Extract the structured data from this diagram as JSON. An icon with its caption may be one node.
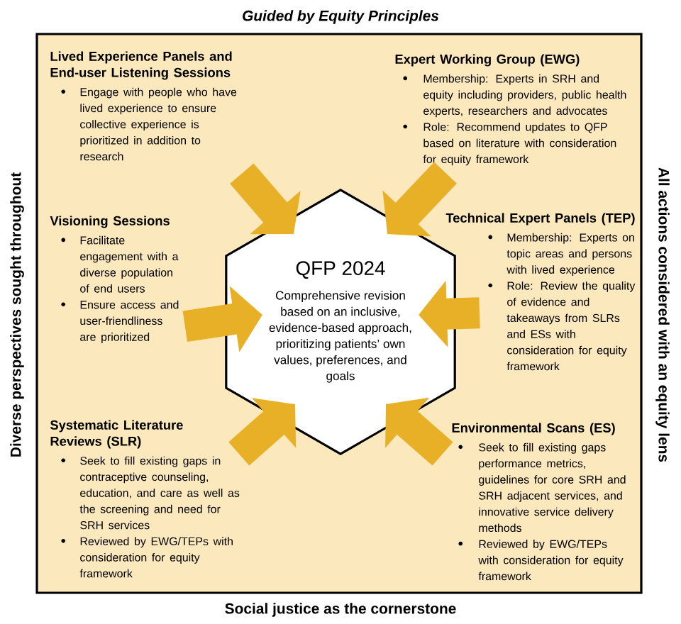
{
  "diagram": {
    "nodes": [
      {
        "text": [
          "Lived Experience Panels and End-user Listening Sessions",
          "Engage with people who have lived experience to ensure collective experience is prioritized in addition to research"
        ]
      },
      {
        "text": [
          "Expert Working Group (EWG)",
          "Membership: Experts in SRH and equity including providers, public health experts, researchers and advocates",
          "Role: Recommend updates to QFP based on literature with consideration for equity framework"
        ]
      },
      {
        "text": [
          "Visioning Sessions",
          "Facilitate engagement with a diverse population of end users",
          "Ensure access and user-friendliness are prioritized"
        ]
      },
      {
        "text": [
          "Technical Expert Panels (TEP)",
          "Membership: Experts on topic areas and persons with lived experience",
          "Role: Review the quality of evidence and takeaways from SLRs and ESs with consideration for equity framework"
        ]
      },
      {
        "text": [
          "QFP 2024",
          "Comprehensive revision based on an inclusive, evidence-based approach, prioritizing patients’ own values, preferences, and goals"
        ]
      },
      {
        "text": [
          "Systematic Literature Reviews (SLR)",
          "Seek to fill existing gaps in contraceptive counseling, education, and care as well as the screening and need for SRH services",
          "Reviewed by EWG/TEPs with consideration for equity framework"
        ]
      },
      {
        "text": [
          "Environmental Scans (ES)",
          "Seek to fill existing gaps performance metrics, guidelines for core SRH and SRH adjacent services, and innovative service delivery methods",
          "Reviewed by EWG/TEPs with consideration for equity framework"
        ]
      }
    ],
    "edges": [
      {
        "from": 0,
        "to": 4,
        "arrow": "to"
      },
      {
        "from": 1,
        "to": 4,
        "arrow": "to"
      },
      {
        "from": 2,
        "to": 4,
        "arrow": "to"
      },
      {
        "from": 3,
        "to": 4,
        "arrow": "to"
      },
      {
        "from": 5,
        "to": 4,
        "arrow": "to"
      },
      {
        "from": 6,
        "to": 4,
        "arrow": "to"
      }
    ],
    "labels": [
      "Guided by Equity Principles",
      "Diverse perspectives sought throughout",
      "All actions considered with an equity lens",
      "Social justice as the cornerstone"
    ]
  }
}
